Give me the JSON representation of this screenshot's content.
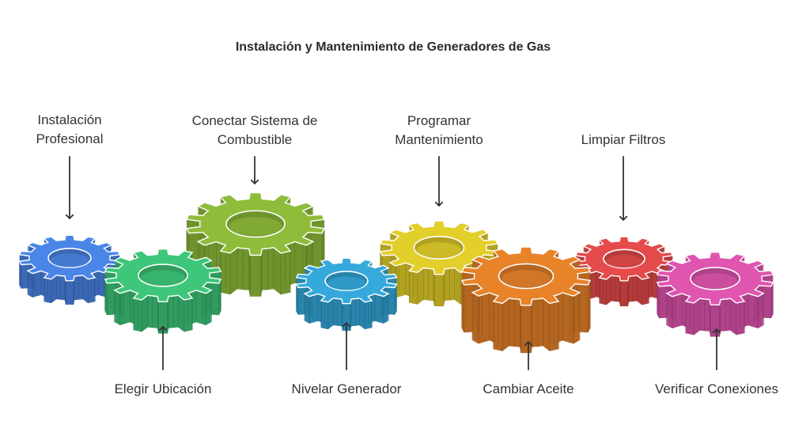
{
  "title": "Instalación y Mantenimiento de Generadores de Gas",
  "gears": [
    {
      "id": "instalacion",
      "label_lines": [
        "Instalación",
        "Profesional"
      ],
      "color": "#4a86e8",
      "label_pos": "top"
    },
    {
      "id": "ubicacion",
      "label_lines": [
        "Elegir Ubicación"
      ],
      "color": "#3ec77a",
      "label_pos": "bottom"
    },
    {
      "id": "combustible",
      "label_lines": [
        "Conectar Sistema de",
        "Combustible"
      ],
      "color": "#8fbd3b",
      "label_pos": "top"
    },
    {
      "id": "nivelar",
      "label_lines": [
        "Nivelar Generador"
      ],
      "color": "#35a9dc",
      "label_pos": "bottom"
    },
    {
      "id": "programar",
      "label_lines": [
        "Programar",
        "Mantenimiento"
      ],
      "color": "#e3cf2a",
      "label_pos": "top"
    },
    {
      "id": "aceite",
      "label_lines": [
        "Cambiar Aceite"
      ],
      "color": "#e8832a",
      "label_pos": "bottom"
    },
    {
      "id": "filtros",
      "label_lines": [
        "Limpiar Filtros"
      ],
      "color": "#e54b4b",
      "label_pos": "top"
    },
    {
      "id": "conexiones",
      "label_lines": [
        "Verificar Conexiones"
      ],
      "color": "#e055b0",
      "label_pos": "bottom"
    }
  ]
}
